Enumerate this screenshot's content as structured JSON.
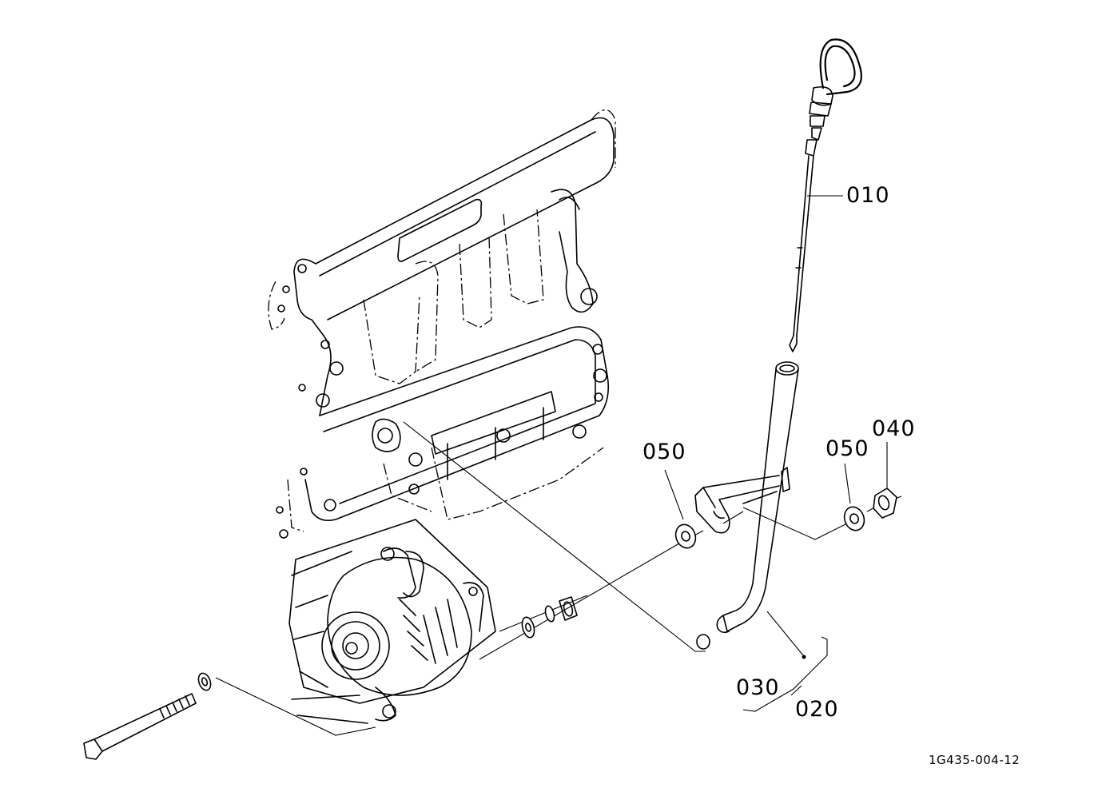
{
  "parts": [
    {
      "id": "010",
      "label": "010",
      "name": "oil-dipstick"
    },
    {
      "id": "020",
      "label": "020",
      "name": "dipstick-guide-tube"
    },
    {
      "id": "030",
      "label": "030",
      "name": "o-ring"
    },
    {
      "id": "040",
      "label": "040",
      "name": "nut"
    },
    {
      "id": "050a",
      "label": "050",
      "name": "washer"
    },
    {
      "id": "050b",
      "label": "050",
      "name": "washer"
    }
  ],
  "reference_code": "1G435-004-12"
}
